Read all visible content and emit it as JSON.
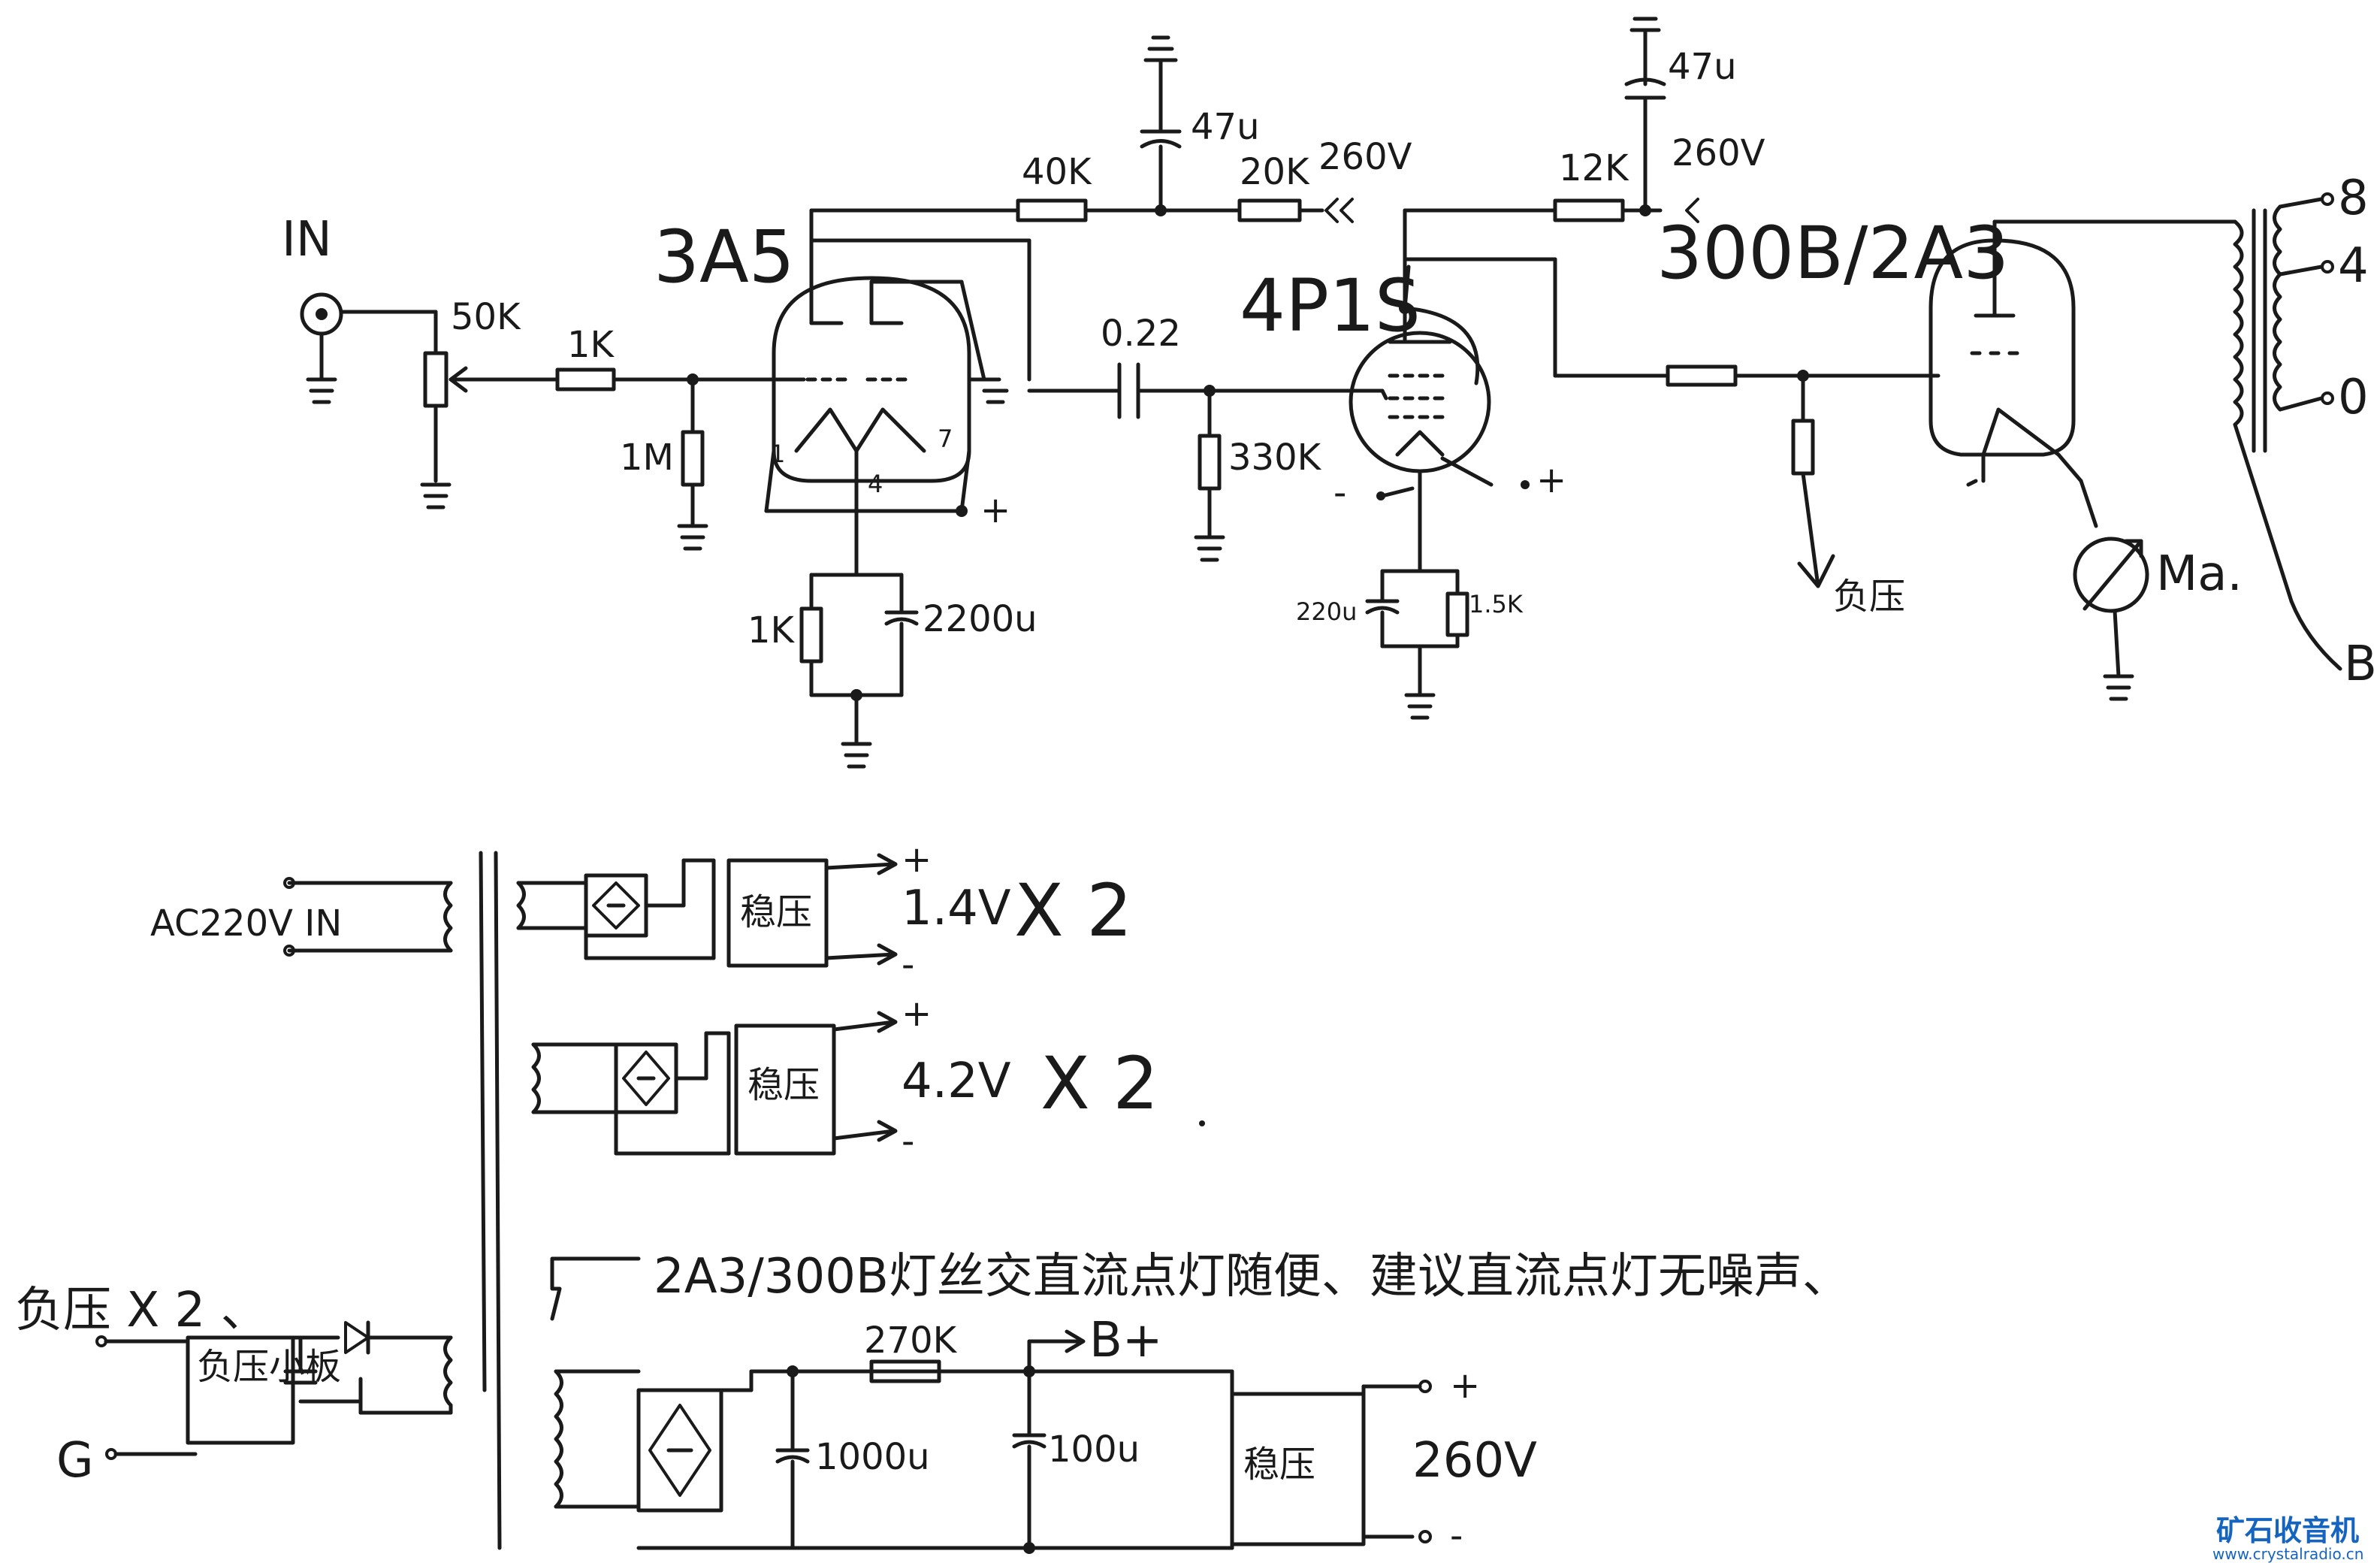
{
  "labels": {
    "in": "IN",
    "pot": "50K",
    "r_series_in": "1K",
    "r_grid_1m": "1M",
    "tube_v1": "3A5",
    "pin_1": "1",
    "pin_4": "4",
    "pin_7": "7",
    "plus_v1": "+",
    "r_cathode_v1": "1K",
    "c_cathode_v1": "2200u",
    "r_plate_40k": "40K",
    "c_decoup_top": "47u",
    "r_20k": "20K",
    "v_260_a": "260V",
    "c_coupling": "0.22",
    "tube_v2": "4P1S",
    "r_grid_330k": "330K",
    "minus_v2": "-",
    "plus_v2": "+",
    "c_cathode_v2": "220u",
    "r_cathode_v2": "1.5K",
    "r_12k": "12K",
    "c_decoup_right": "47u",
    "v_260_b": "260V",
    "tube_v3": "300B/2A3",
    "neg_bias": "负压",
    "ma": "Ma.",
    "out_8": "8",
    "out_4": "4",
    "out_0": "0",
    "b_label": "B",
    "ac_in": "AC220V IN",
    "reg_1": "稳压",
    "reg_2": "稳压",
    "reg_3": "稳压",
    "v_1_4": "1.4V",
    "v_4_2": "4.2V",
    "x2_a": "X 2",
    "x2_b": "X 2",
    "plus_ps1": "+",
    "minus_ps1": "-",
    "plus_ps2": "+",
    "minus_ps2": "-",
    "neg_x2": "负压 X 2 、",
    "neg_board": "负压小板",
    "g_label": "G",
    "note": "2A3/300B灯丝交直流点灯随便、建议直流点灯无噪声、",
    "r_270k": "270K",
    "c_1000u_a": "1000u",
    "c_100u": "100u",
    "b_plus": "B+",
    "v_260_out": "260V",
    "plus_hv": "+",
    "minus_hv": "-",
    "watermark": "矿石收音机",
    "watermark_url": "www.crystalradio.cn"
  }
}
